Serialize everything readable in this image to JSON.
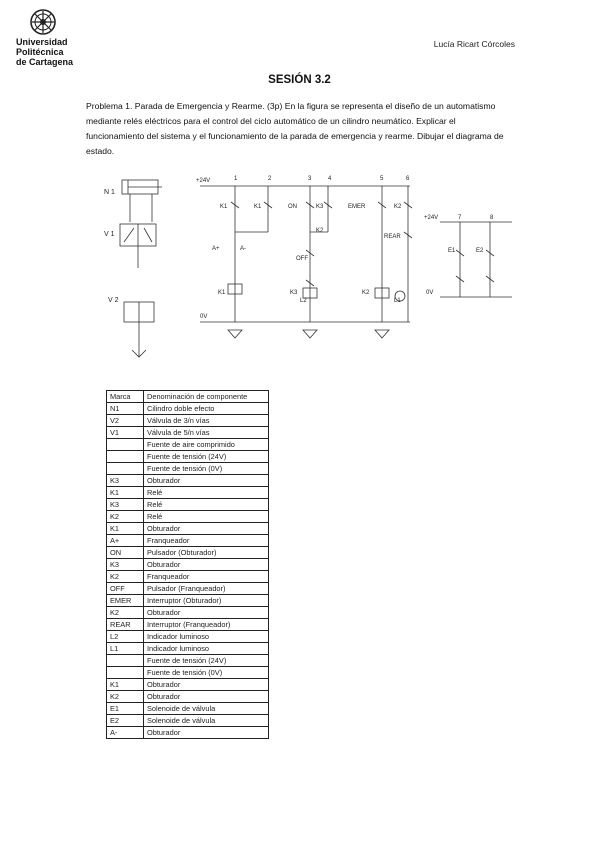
{
  "header": {
    "university": [
      "Universidad",
      "Politécnica",
      "de Cartagena"
    ],
    "author": "Lucía Ricart Córcoles"
  },
  "title": "SESIÓN 3.2",
  "problem": {
    "lead": "Problema 1. Parada de Emergencia y Rearme. (3p)",
    "text": "En la figura se representa el diseño de un automatismo mediante relés eléctricos para el control del ciclo automático de un cilindro neumático. Explicar el funcionamiento del sistema y el funcionamiento de la parada de emergencia y rearme. Dibujar el diagrama de estado."
  },
  "diagram": {
    "pneumatic_labels": [
      "N 1",
      "V 1",
      "V 2"
    ],
    "supply_labels": [
      "+24V",
      "0V",
      "+24V",
      "0V"
    ],
    "contact_labels": [
      "K1",
      "K1",
      "ON",
      "K3",
      "EMER",
      "K2",
      "K2",
      "REAR",
      "OFF",
      "K1",
      "K3",
      "K2",
      "L1",
      "A+",
      "A-",
      "E1",
      "E2",
      "L2"
    ],
    "column_numbers": [
      "1",
      "2",
      "3",
      "4",
      "5",
      "6",
      "7",
      "8"
    ]
  },
  "table": {
    "headers": [
      "Marca",
      "Denominación de componente"
    ],
    "rows": [
      [
        "N1",
        "Cilindro doble efecto"
      ],
      [
        "V2",
        "Válvula de 3/n vías"
      ],
      [
        "V1",
        "Válvula de 5/n vías"
      ],
      [
        "",
        "Fuente de aire comprimido"
      ],
      [
        "",
        "Fuente de tensión (24V)"
      ],
      [
        "",
        "Fuente de tensión (0V)"
      ],
      [
        "K3",
        "Obturador"
      ],
      [
        "K1",
        "Relé"
      ],
      [
        "K3",
        "Relé"
      ],
      [
        "K2",
        "Relé"
      ],
      [
        "K1",
        "Obturador"
      ],
      [
        "A+",
        "Franqueador"
      ],
      [
        "ON",
        "Pulsador (Obturador)"
      ],
      [
        "K3",
        "Obturador"
      ],
      [
        "K2",
        "Franqueador"
      ],
      [
        "OFF",
        "Pulsador (Franqueador)"
      ],
      [
        "EMER",
        "Interruptor (Obturador)"
      ],
      [
        "K2",
        "Obturador"
      ],
      [
        "REAR",
        "Interruptor (Franqueador)"
      ],
      [
        "L2",
        "Indicador luminoso"
      ],
      [
        "L1",
        "Indicador luminoso"
      ],
      [
        "",
        "Fuente de tensión (24V)"
      ],
      [
        "",
        "Fuente de tensión (0V)"
      ],
      [
        "K1",
        "Obturador"
      ],
      [
        "K2",
        "Obturador"
      ],
      [
        "E1",
        "Solenoide de válvula"
      ],
      [
        "E2",
        "Solenoide de válvula"
      ],
      [
        "A-",
        "Obturador"
      ]
    ]
  }
}
